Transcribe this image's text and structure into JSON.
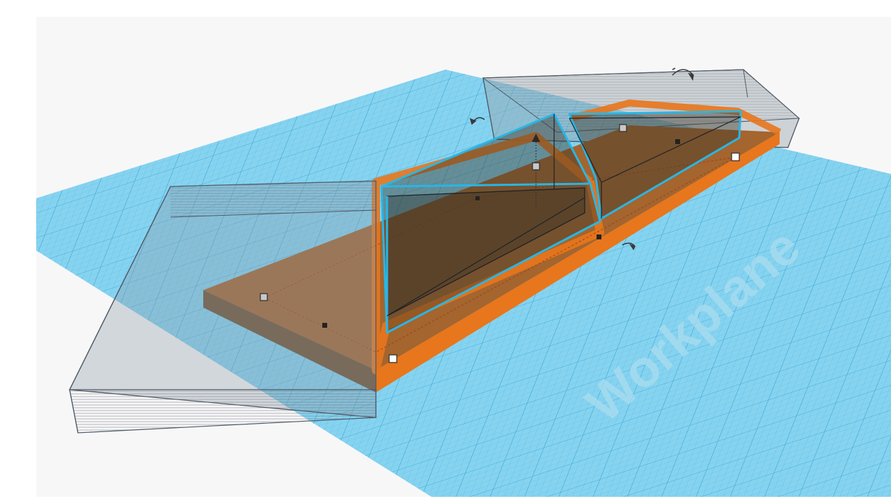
{
  "workplane": {
    "label": "Workplane",
    "plane_color": "#7fd0ee",
    "grid_color": "#4fb4de"
  },
  "canvas": {
    "background": "#f7f7f8"
  },
  "selection": {
    "outline_color": "#2fb8e6",
    "selected_shape_color": "#e8761c",
    "hole_color": "#8d9aa8"
  },
  "icons": {
    "rotate": "rotate-arrow-icon",
    "handle_white": "resize-handle-corner",
    "handle_black": "resize-handle-edge",
    "lift": "lift-cone-icon"
  }
}
